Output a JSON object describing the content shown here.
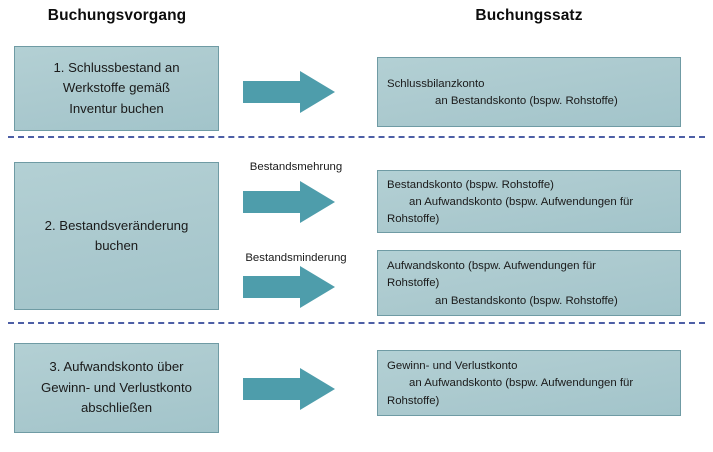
{
  "headings": {
    "left": "Buchungsvorgang",
    "right": "Buchungssatz"
  },
  "colors": {
    "box_fill_light": "#b3d0d4",
    "box_fill_dark": "#a2c4ca",
    "box_border": "#6f9ba4",
    "arrow_fill": "#4e9dab",
    "divider": "#4d5fa6",
    "text": "#1a1a1a",
    "background": "#ffffff"
  },
  "steps": [
    {
      "id": "step-1",
      "process": {
        "lines": [
          "1. Schlussbestand an",
          "Werkstoffe gemäß",
          "Inventur buchen"
        ]
      },
      "arrows": [
        {
          "id": "arrow-1",
          "label": "",
          "icon": "right-block-arrow-icon",
          "entry": {
            "id": "entry-box-1",
            "lines": [
              {
                "text": "Schlussbilanzkonto",
                "indent": 0
              },
              {
                "text": "an Bestandskonto (bspw. Rohstoffe)",
                "indent": 2
              }
            ]
          }
        }
      ]
    },
    {
      "id": "step-2",
      "process": {
        "lines": [
          "2. Bestandsveränderung",
          "buchen"
        ]
      },
      "arrows": [
        {
          "id": "arrow-2",
          "label": "Bestandsmehrung",
          "icon": "right-block-arrow-icon",
          "entry": {
            "id": "entry-box-2",
            "lines": [
              {
                "text": "Bestandskonto (bspw. Rohstoffe)",
                "indent": 0
              },
              {
                "text": "an Aufwandskonto (bspw. Aufwendungen für",
                "indent": 1
              },
              {
                "text": "Rohstoffe)",
                "indent": 0
              }
            ]
          }
        },
        {
          "id": "arrow-3",
          "label": "Bestandsminderung",
          "icon": "right-block-arrow-icon",
          "entry": {
            "id": "entry-box-3",
            "lines": [
              {
                "text": "Aufwandskonto (bspw. Aufwendungen für",
                "indent": 0
              },
              {
                "text": "Rohstoffe)",
                "indent": 0
              },
              {
                "text": "an Bestandskonto (bspw. Rohstoffe)",
                "indent": 2
              }
            ]
          }
        }
      ]
    },
    {
      "id": "step-3",
      "process": {
        "lines": [
          "3. Aufwandskonto über",
          "Gewinn- und Verlustkonto",
          "abschließen"
        ]
      },
      "arrows": [
        {
          "id": "arrow-4",
          "label": "",
          "icon": "right-block-arrow-icon",
          "entry": {
            "id": "entry-box-4",
            "lines": [
              {
                "text": "Gewinn- und Verlustkonto",
                "indent": 0
              },
              {
                "text": "an Aufwandskonto (bspw. Aufwendungen für",
                "indent": 1
              },
              {
                "text": "Rohstoffe)",
                "indent": 0
              }
            ]
          }
        }
      ]
    }
  ],
  "process_boxes": {
    "box1_line1": "1. Schlussbestand an",
    "box1_line2": "Werkstoffe gemäß",
    "box1_line3": "Inventur buchen",
    "box2_line1": "2. Bestandsveränderung",
    "box2_line2": "buchen",
    "box3_line1": "3. Aufwandskonto über",
    "box3_line2": "Gewinn- und Verlustkonto",
    "box3_line3": "abschließen"
  },
  "entry_boxes": {
    "e1_l1": "Schlussbilanzkonto",
    "e1_l2": "an Bestandskonto (bspw. Rohstoffe)",
    "e2_l1": "Bestandskonto (bspw. Rohstoffe)",
    "e2_l2": "an Aufwandskonto (bspw. Aufwendungen für",
    "e2_l3": "Rohstoffe)",
    "e3_l1": "Aufwandskonto (bspw. Aufwendungen für",
    "e3_l2": "Rohstoffe)",
    "e3_l3": "an Bestandskonto (bspw. Rohstoffe)",
    "e4_l1": "Gewinn- und Verlustkonto",
    "e4_l2": "an Aufwandskonto (bspw. Aufwendungen für",
    "e4_l3": "Rohstoffe)"
  },
  "arrow_labels": {
    "increase": "Bestandsmehrung",
    "decrease": "Bestandsminderung"
  }
}
